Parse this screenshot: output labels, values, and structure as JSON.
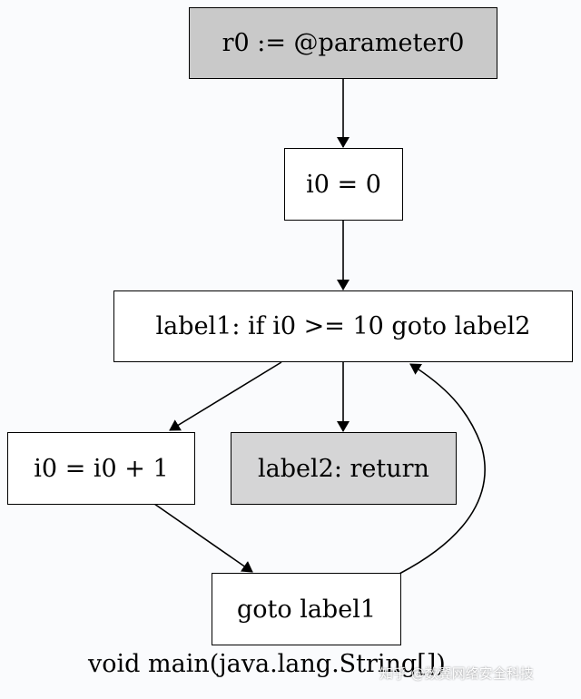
{
  "diagram": {
    "nodes": {
      "n0": "r0 := @parameter0",
      "n1": "i0 = 0",
      "n2": "label1: if i0 >= 10 goto label2",
      "n3": "i0 = i0 + 1",
      "n4": "label2: return",
      "n5": "goto label1"
    },
    "caption": "void main(java.lang.String[])",
    "watermark": "知乎 @数翼网络安全科技"
  },
  "colors": {
    "entry_node_fill": "#c9c9c9",
    "exit_node_fill": "#d5d5d6",
    "node_fill": "#ffffff",
    "edge": "#000000"
  }
}
